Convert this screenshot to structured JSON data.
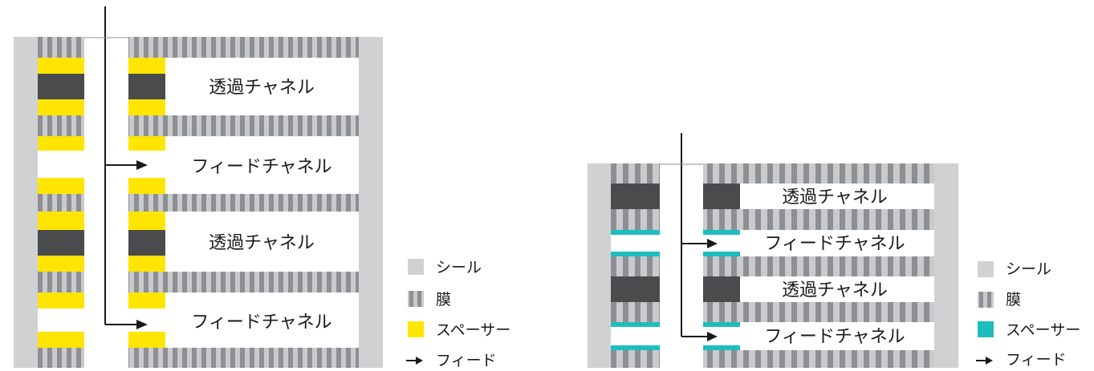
{
  "colors": {
    "seal": "#d0d1d3",
    "membrane_dark": "#8d8f92",
    "membrane_light": "#c9cacc",
    "dense_block": "#4a4b4d",
    "spacer_left": "#ffe500",
    "spacer_right": "#1ebdbd",
    "line": "#1a1a1a"
  },
  "left_diagram": {
    "channels": [
      "透過チャネル",
      "フィードチャネル",
      "透過チャネル",
      "フィードチャネル"
    ]
  },
  "right_diagram": {
    "channels": [
      "透過チャネル",
      "フィードチャネル",
      "透過チャネル",
      "フィードチャネル"
    ]
  },
  "legend_left": {
    "items": [
      {
        "icon": "seal-swatch-icon",
        "label": "シール"
      },
      {
        "icon": "membrane-swatch-icon",
        "label": "膜"
      },
      {
        "icon": "spacer-swatch-icon",
        "label": "スペーサー"
      },
      {
        "icon": "arrow-icon",
        "label": "フィード"
      }
    ]
  },
  "legend_right": {
    "items": [
      {
        "icon": "seal-swatch-icon",
        "label": "シール"
      },
      {
        "icon": "membrane-swatch-icon",
        "label": "膜"
      },
      {
        "icon": "spacer-swatch-icon",
        "label": "スペーサー"
      },
      {
        "icon": "arrow-icon",
        "label": "フィード"
      }
    ]
  }
}
